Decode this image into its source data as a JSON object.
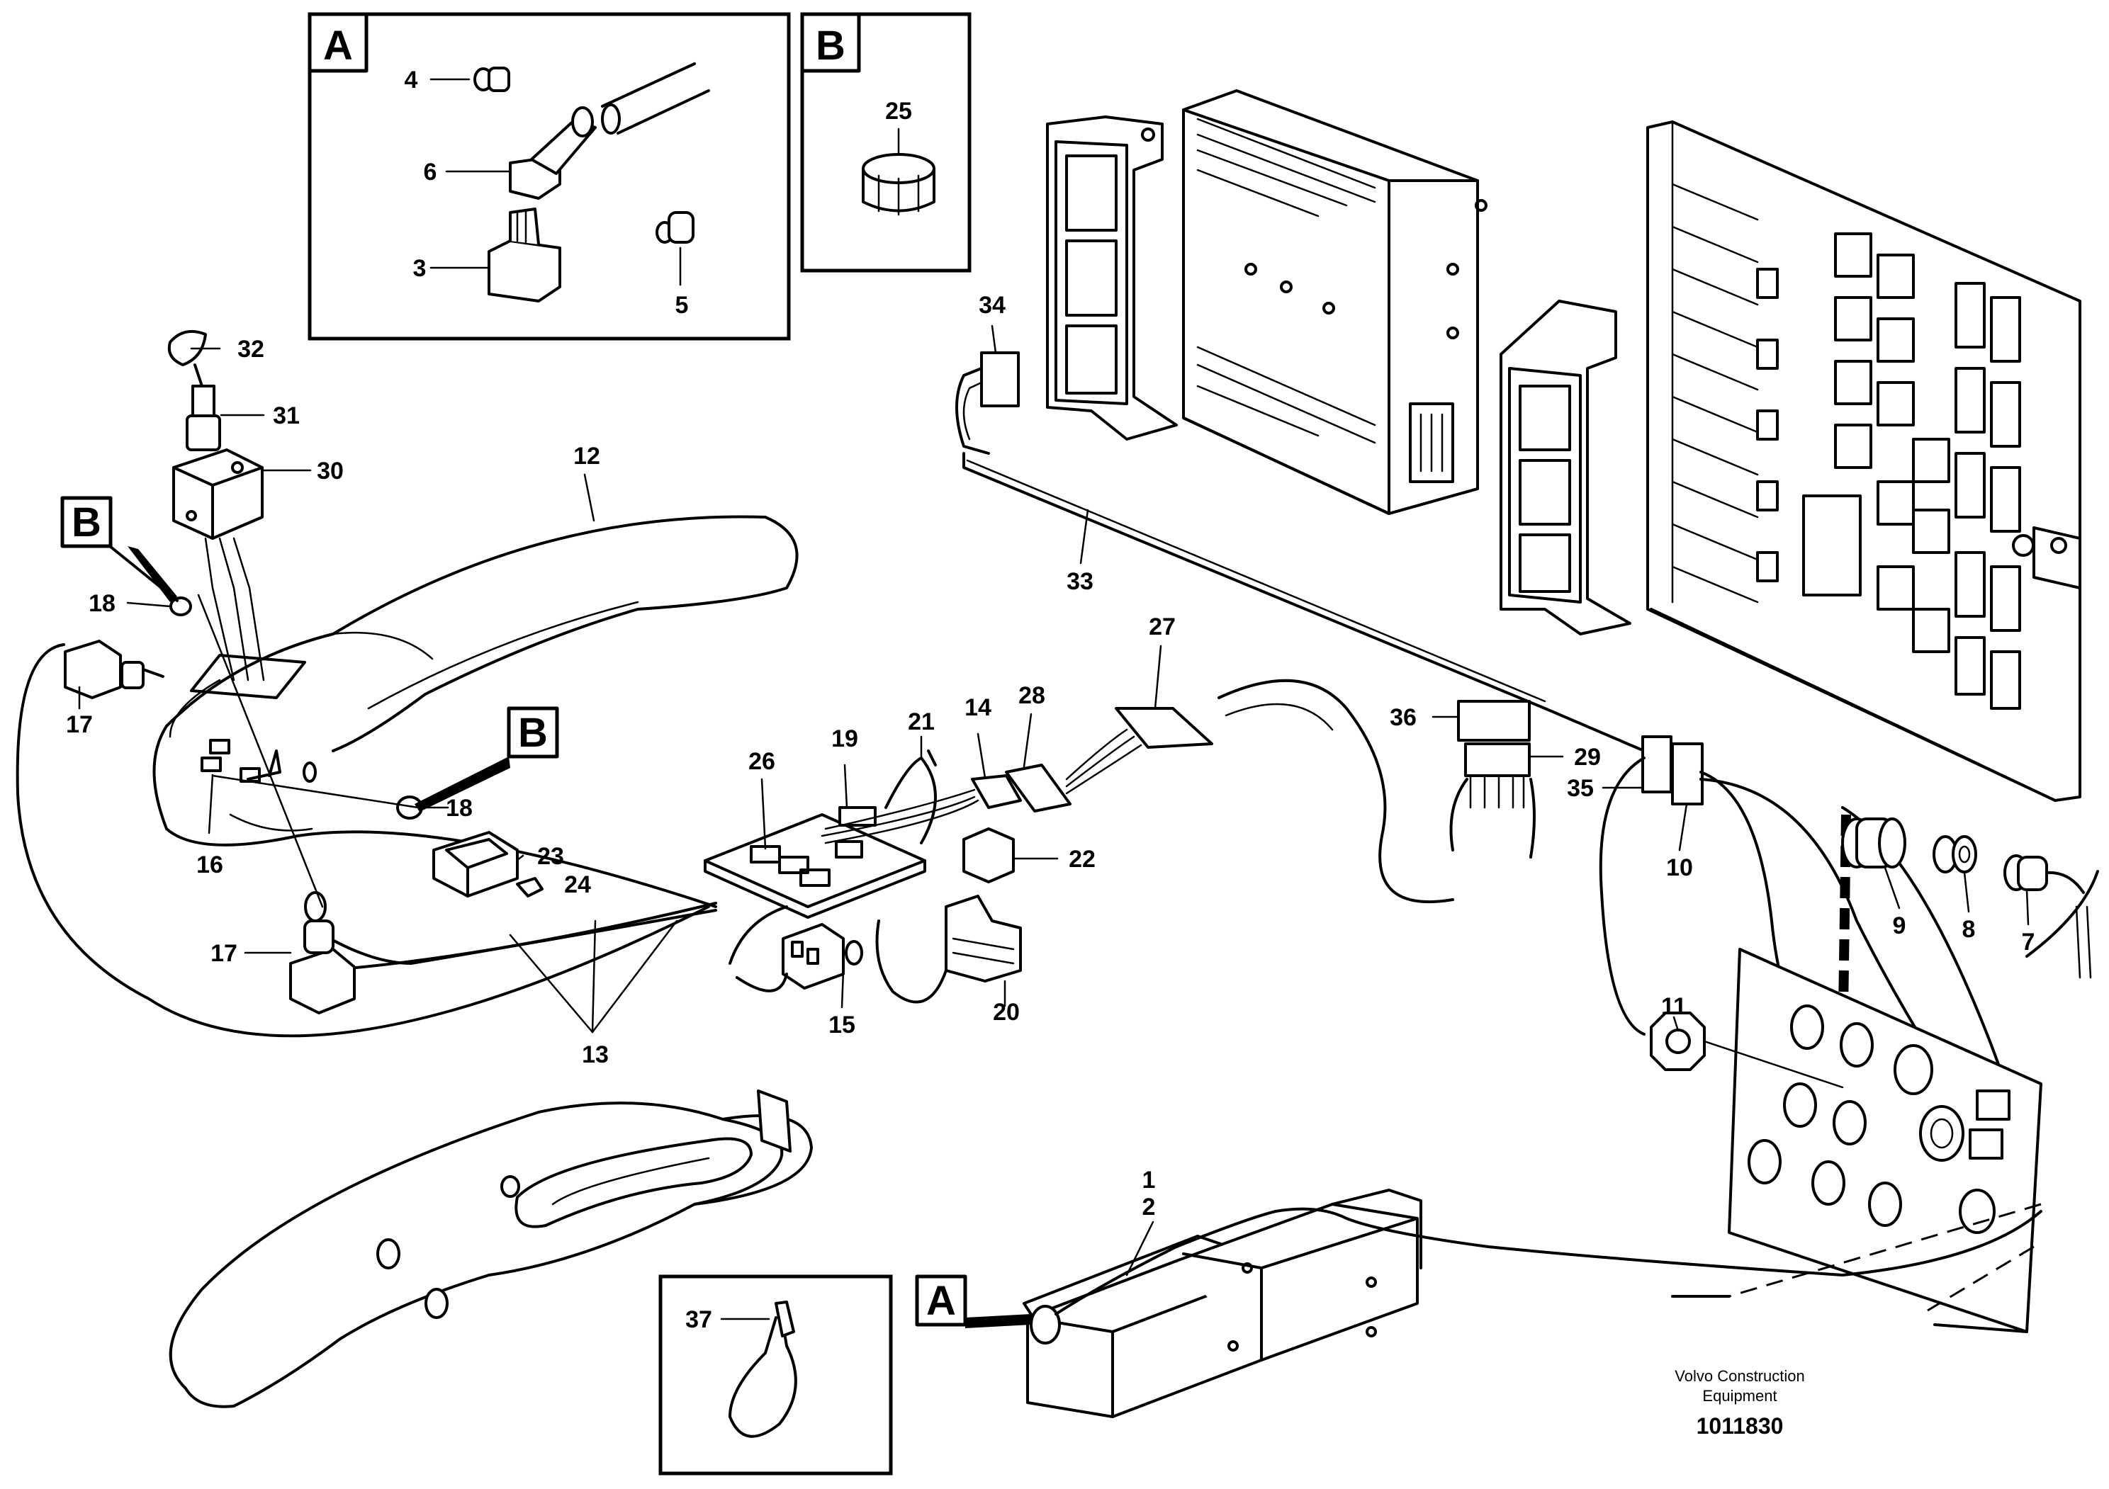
{
  "detail_labels": {
    "a": "A",
    "b": "B"
  },
  "parts": {
    "p1": "1",
    "p2": "2",
    "p3": "3",
    "p4": "4",
    "p5": "5",
    "p6": "6",
    "p7": "7",
    "p8": "8",
    "p9": "9",
    "p10": "10",
    "p11": "11",
    "p12": "12",
    "p13": "13",
    "p14": "14",
    "p15": "15",
    "p16": "16",
    "p17": "17",
    "p18": "18",
    "p19": "19",
    "p20": "20",
    "p21": "21",
    "p22": "22",
    "p23": "23",
    "p24": "24",
    "p25": "25",
    "p26": "26",
    "p27": "27",
    "p28": "28",
    "p29": "29",
    "p30": "30",
    "p31": "31",
    "p32": "32",
    "p33": "33",
    "p34": "34",
    "p35": "35",
    "p36": "36",
    "p37": "37"
  },
  "footer": {
    "company_line1": "Volvo Construction",
    "company_line2": "Equipment",
    "drawing_number": "1011830"
  }
}
